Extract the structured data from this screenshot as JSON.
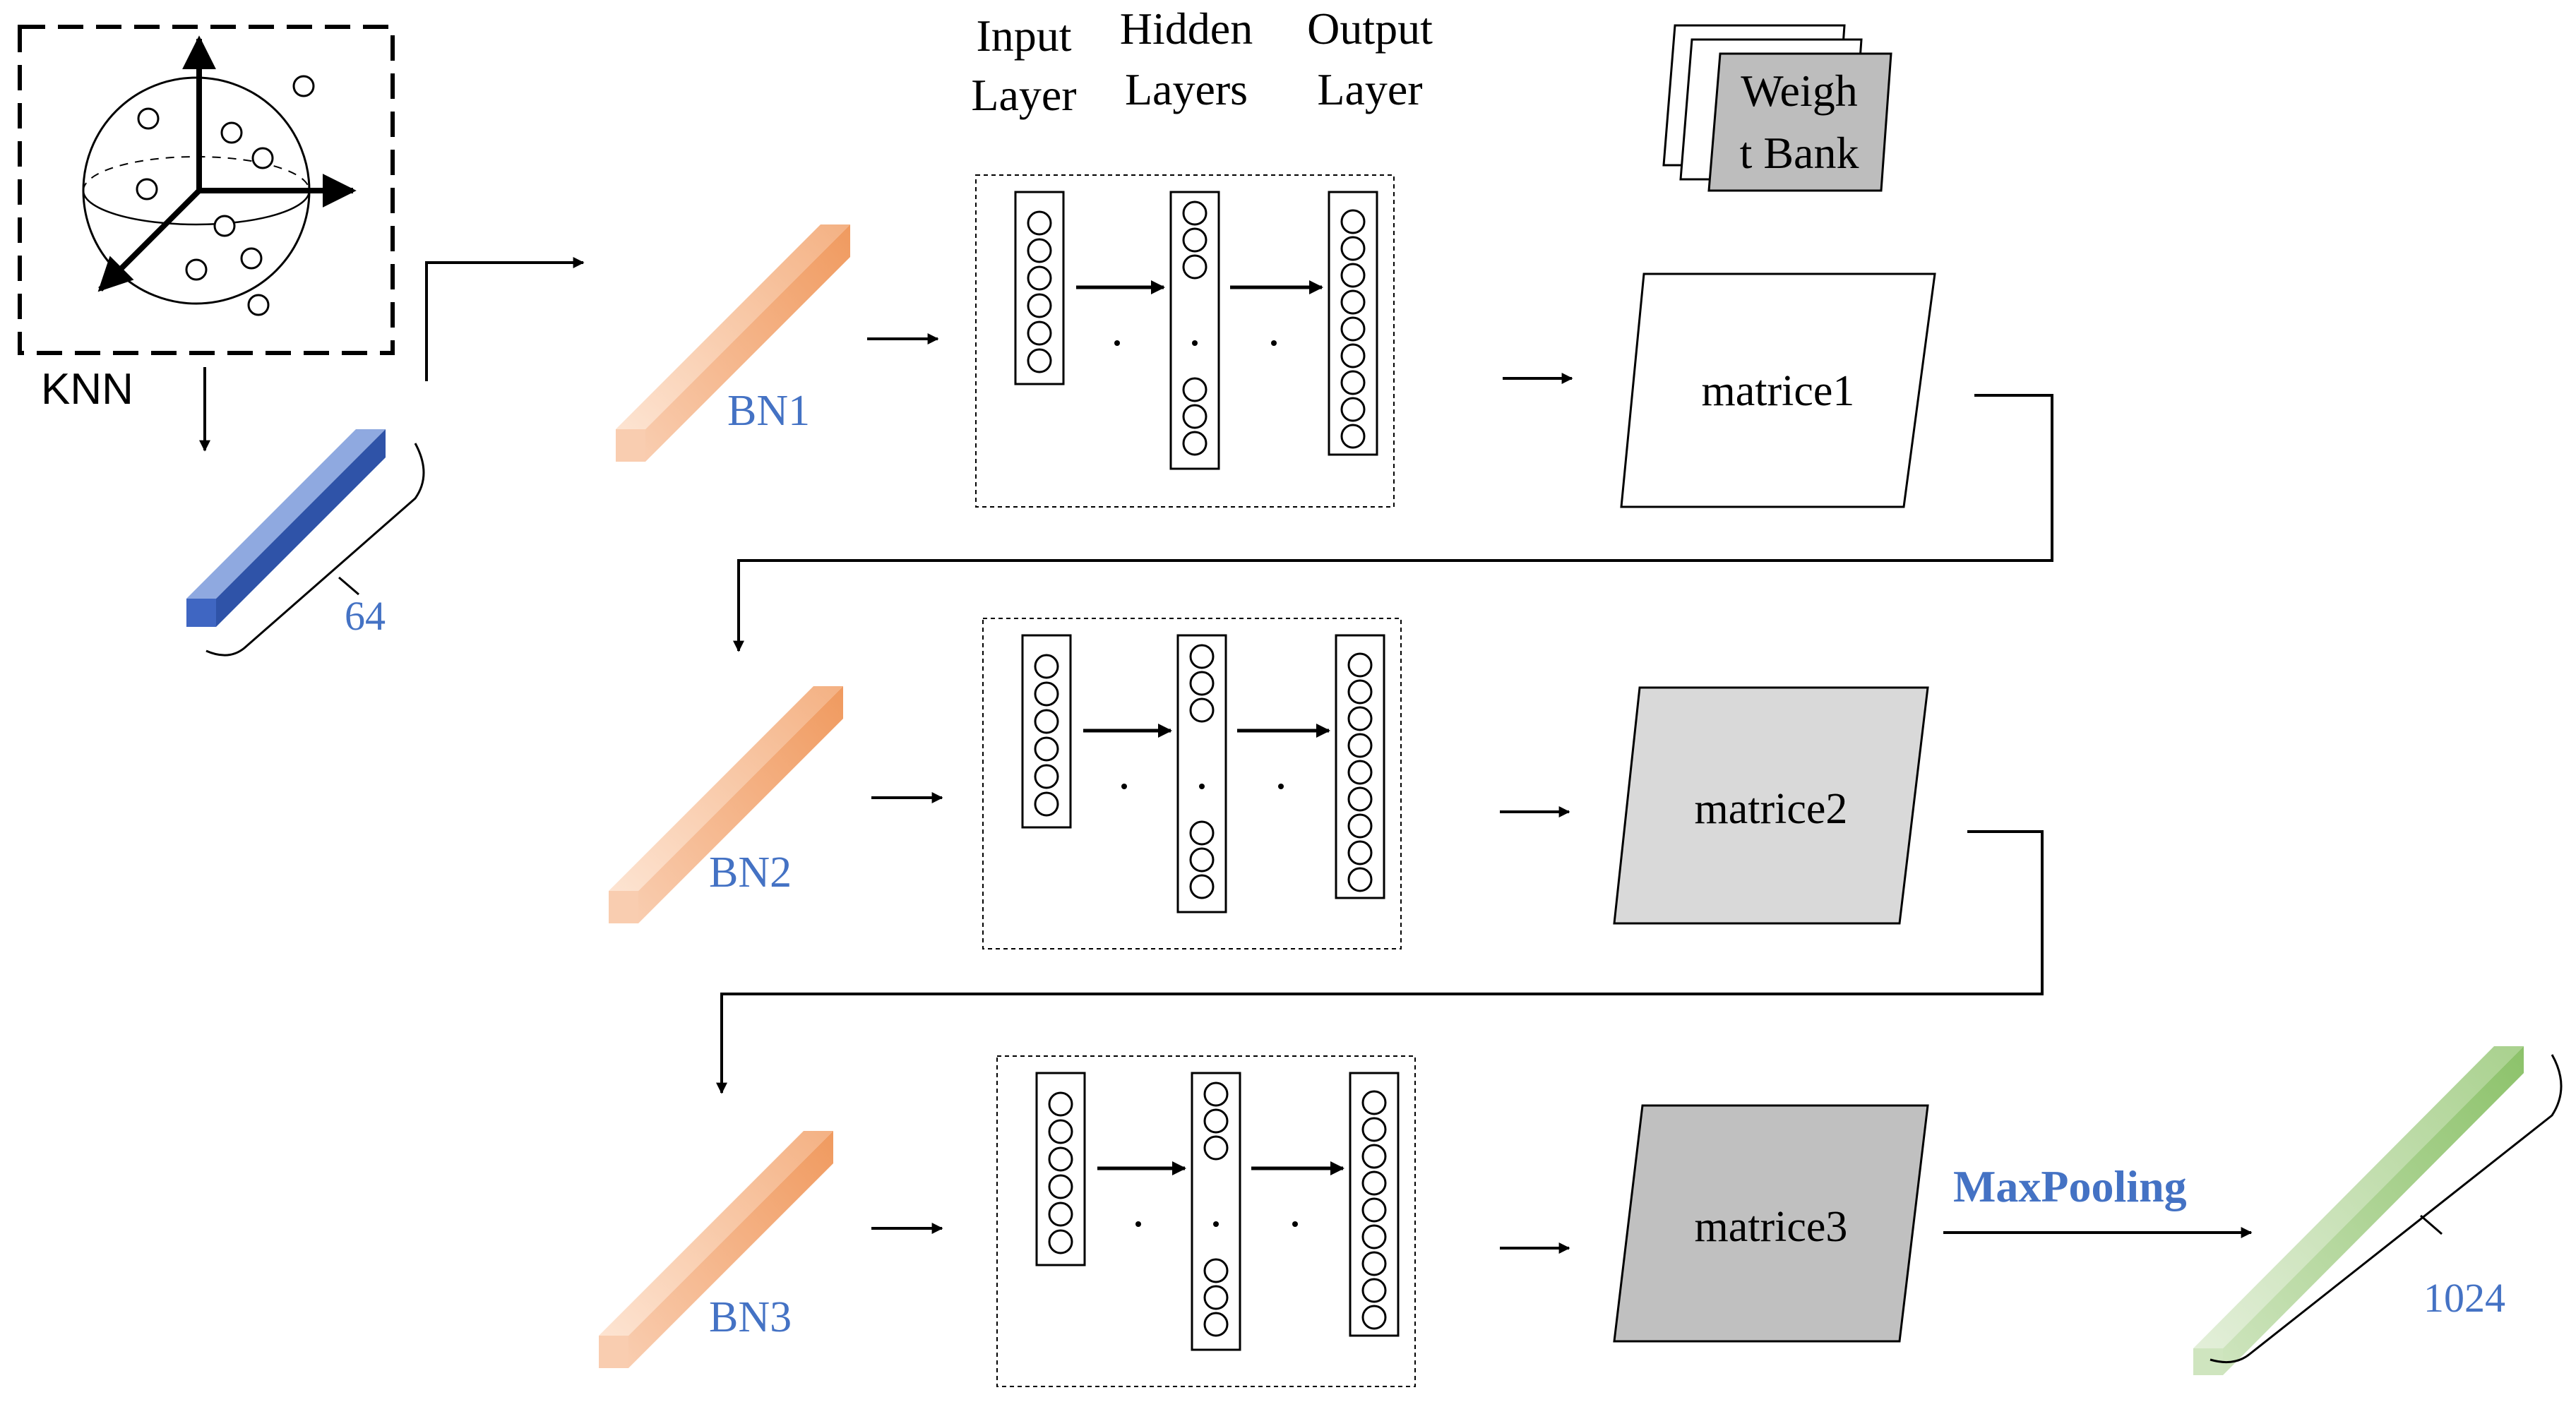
{
  "knn": {
    "label": "KNN"
  },
  "columns": {
    "input_label": [
      "Input",
      "Layer"
    ],
    "hidden_label": [
      "Hidden",
      "Layers"
    ],
    "output_label": [
      "Output",
      "Layer"
    ]
  },
  "weight_bank": {
    "label": [
      "Weigh",
      "t Bank"
    ],
    "fill": "#bdbdbd"
  },
  "stages": [
    {
      "bn_label": "BN1",
      "matrix_label": "matrice1",
      "matrix_fill": "#ffffff"
    },
    {
      "bn_label": "BN2",
      "matrix_label": "matrice2",
      "matrix_fill": "#d9d9d9"
    },
    {
      "bn_label": "BN3",
      "matrix_label": "matrice3",
      "matrix_fill": "#c0c0c0"
    }
  ],
  "input_feature": {
    "dimension": "64",
    "color": "#3b5fb5"
  },
  "output_feature": {
    "dimension": "1024",
    "color": "#a9d18e"
  },
  "maxpooling": {
    "label": "MaxPooling"
  },
  "colors": {
    "bn_bar": "#f4b183",
    "label_blue": "#4472c4"
  }
}
